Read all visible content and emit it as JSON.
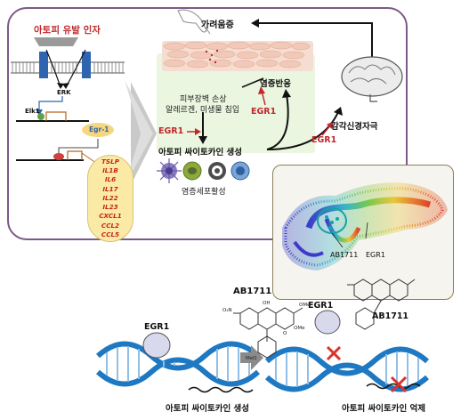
{
  "top": {
    "induction_factor": "아토피 유발 인자",
    "erk": "ERK",
    "elk1": "Elk1",
    "egr1_gene": "Egr-1",
    "genes": [
      "TSLP",
      "IL1B",
      "IL6",
      "IL17",
      "IL22",
      "IL23",
      "CXCL1",
      "CCL2",
      "CCL5"
    ],
    "itch": "가려움증",
    "skin_damage_line1": "피부장벽 손상",
    "skin_damage_line2": "알레르겐, 미생물 침입",
    "inflammation_response": "염증반응",
    "sensory_stimulus": "감각신경자극",
    "egr1_a": "EGR1",
    "egr1_b": "EGR1",
    "egr1_c": "EGR1",
    "cytokine_production": "아토피 싸이토카인 생성",
    "inflammatory_cell_activity": "염증세포활성"
  },
  "protein_panel": {
    "ab1711": "AB1711",
    "egr1": "EGR1"
  },
  "bottom": {
    "compound_title": "AB1711",
    "egr1_left": "EGR1",
    "egr1_right": "EGR1",
    "ab1711_right": "AB1711",
    "left_caption": "아토피 싸이토카인 생성",
    "right_caption": "아토피 싸이토카인 억제",
    "structure_labels": [
      "O₂N",
      "OH",
      "OMe",
      "OMe",
      "MeO",
      "O"
    ]
  },
  "colors": {
    "frame": "#7b5a86",
    "red_label": "#c0282c",
    "gene_bg": "#fbeaa6",
    "dna_blue": "#1e78c2",
    "egr1_circle": "#d9d9ee"
  }
}
